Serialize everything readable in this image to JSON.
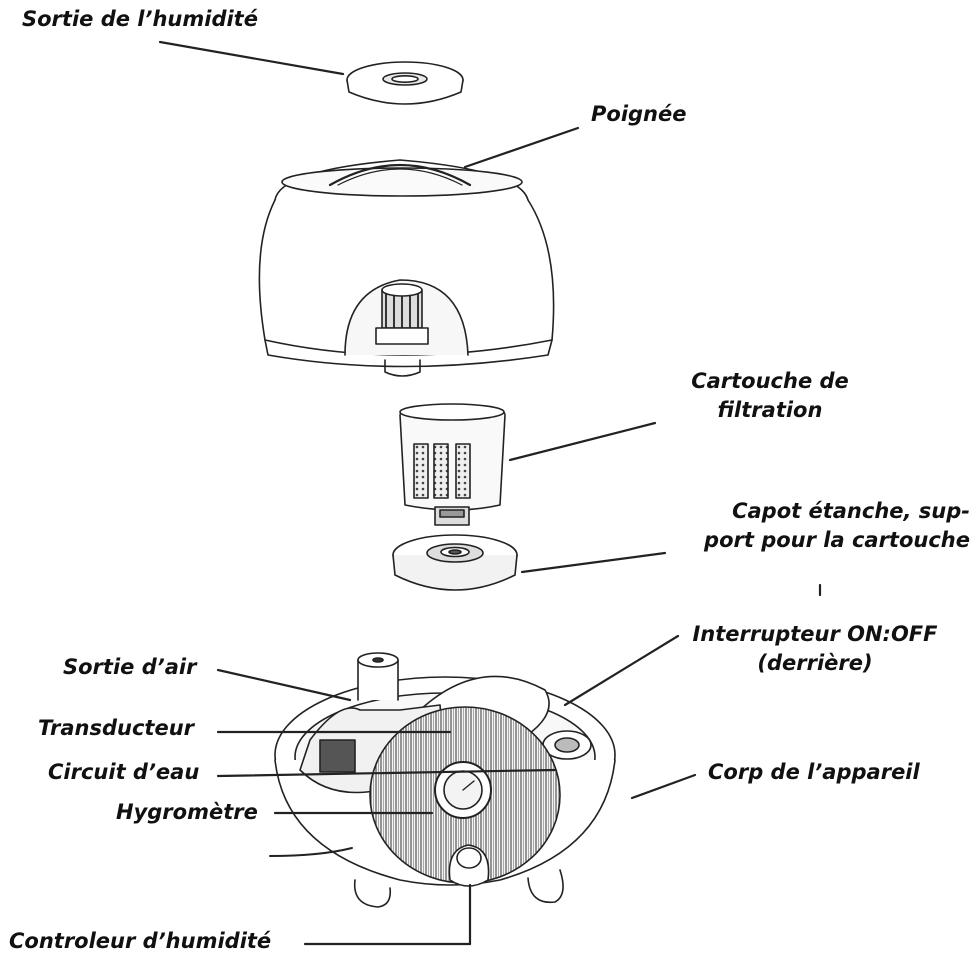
{
  "labels": {
    "humidity_outlet": "Sortie de l’humidité",
    "handle": "Poignée",
    "filter_cartridge_line1": "Cartouche de",
    "filter_cartridge_line2": "filtration",
    "sealed_cap_line1": "Capot étanche, sup-",
    "sealed_cap_line2": "port pour la cartouche",
    "air_outlet": "Sortie d’air",
    "power_switch_line1": "Interrupteur ON:OFF",
    "power_switch_line2": "(derrière)",
    "transducer": "Transducteur",
    "water_circuit": "Circuit d’eau",
    "device_body": "Corp de l’appareil",
    "hygrometer": "Hygromètre",
    "humidity_controller": "Controleur d’humidité"
  },
  "colors": {
    "line": "#222222",
    "text": "#111111"
  }
}
